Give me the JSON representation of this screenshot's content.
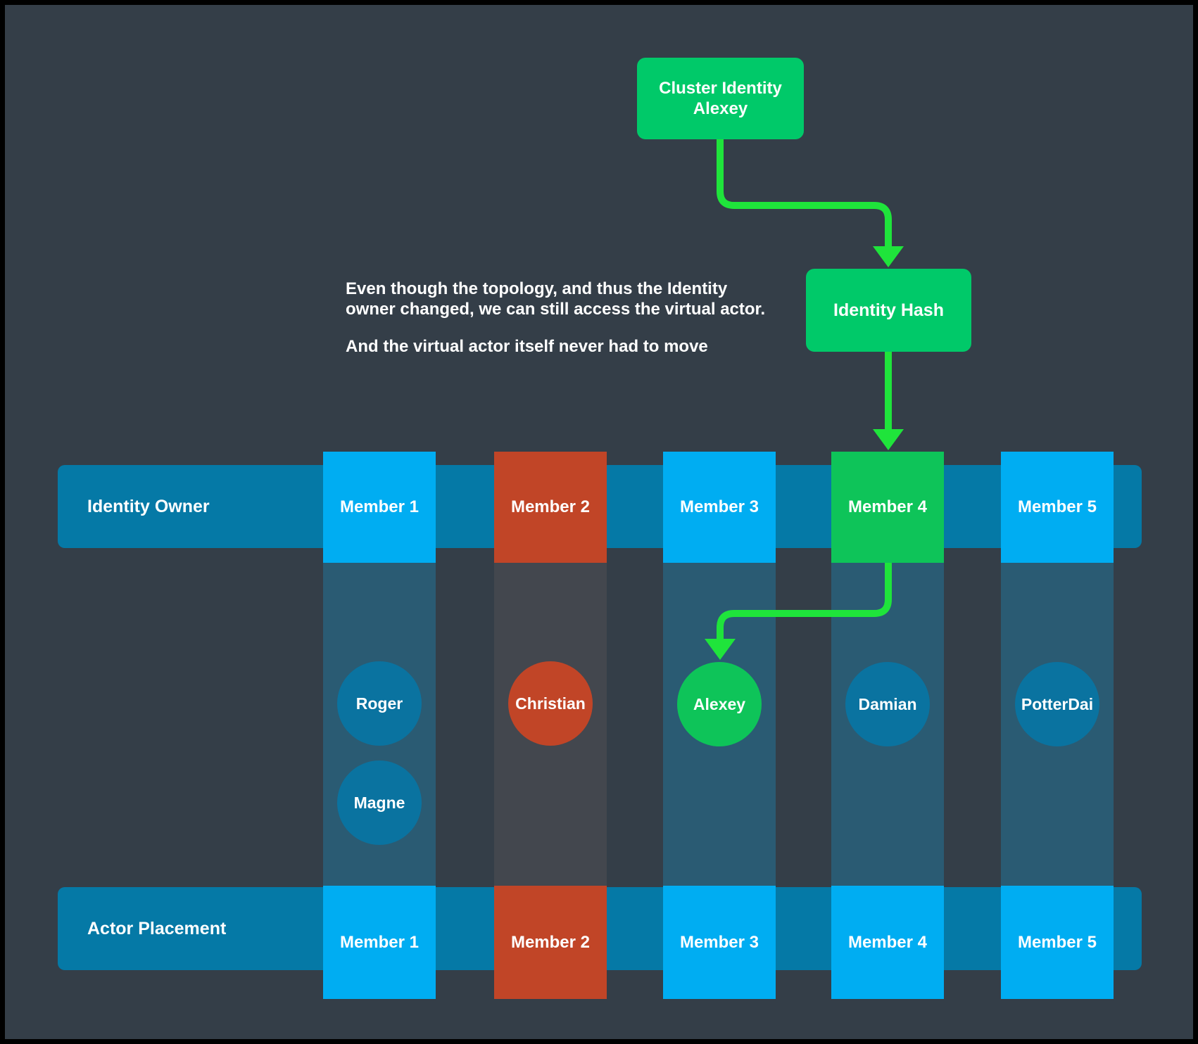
{
  "diagram": {
    "cluster_box": {
      "line1": "Cluster Identity",
      "line2": "Alexey"
    },
    "hash_box": {
      "label": "Identity Hash"
    },
    "note": {
      "para1_line1": "Even though the topology, and thus the Identity",
      "para1_line2": "owner changed, we can still access the virtual actor.",
      "para2": "And the virtual actor itself never had to move"
    },
    "rows": {
      "identity_owner": {
        "label": "Identity Owner"
      },
      "actor_placement": {
        "label": "Actor Placement"
      }
    },
    "members": [
      {
        "label": "Member 1"
      },
      {
        "label": "Member 2"
      },
      {
        "label": "Member 3"
      },
      {
        "label": "Member 4"
      },
      {
        "label": "Member 5"
      }
    ],
    "actors": [
      {
        "name": "Roger"
      },
      {
        "name": "Magne"
      },
      {
        "name": "Christian"
      },
      {
        "name": "Alexey"
      },
      {
        "name": "Damian"
      },
      {
        "name": "PotterDai"
      }
    ],
    "colors": {
      "background": "#343E48",
      "frame": "#000000",
      "bar_blue": "#0579A6",
      "header_blue": "#00ADF2",
      "member_red": "#C14527",
      "circle_blue": "#0A73A0",
      "column_blue": "#2A5B73",
      "column_gray": "#43474E",
      "green_box": "#00C969",
      "green_node": "#0EC459",
      "green_arrow": "#1FE43B",
      "text": "#FFFFFF"
    }
  }
}
